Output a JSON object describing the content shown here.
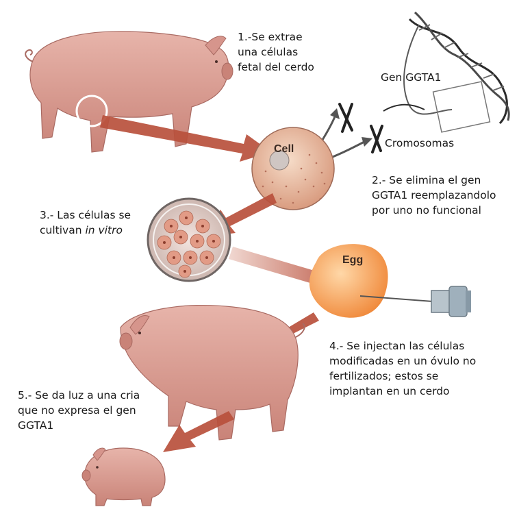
{
  "steps": {
    "step1": {
      "line1": "1.-Se extrae",
      "line2": "una células",
      "line3": "fetal del cerdo"
    },
    "step2": {
      "line1": "2.- Se elimina el gen",
      "line2": "GGTA1 reemplazandolo",
      "line3": "por  uno no funcional"
    },
    "step3": {
      "line1": "3.- Las células se",
      "line2_plain": "cultivan ",
      "line2_italic": "in vitro"
    },
    "step4": {
      "line1": "4.- Se injectan las células",
      "line2": "modificadas en un óvulo no",
      "line3": "fertilizados; estos se",
      "line4": "implantan en un cerdo"
    },
    "step5": {
      "line1": "5.- Se da luz a una cria",
      "line2": "que no expresa el gen",
      "line3": "GGTA1"
    }
  },
  "labels": {
    "gene": "Gen GGTA1",
    "chromosomes": "Cromosomas",
    "cell": "Cell",
    "egg": "Egg"
  },
  "colors": {
    "pig": "#d9a29a",
    "arrow": "#b5523f",
    "cell": "#e9c2a8",
    "egg": "#f5a25a",
    "dish": "#e8d0c8"
  }
}
